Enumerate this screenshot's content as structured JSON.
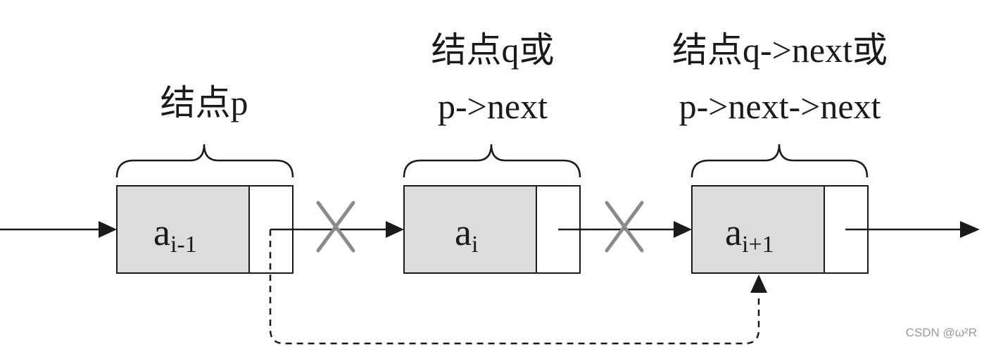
{
  "labels": {
    "node_p": [
      "结点p"
    ],
    "node_q": [
      "结点q或",
      "p->next"
    ],
    "node_next": [
      "结点q->next或",
      "p->next->next"
    ]
  },
  "nodes": [
    {
      "id": "prev",
      "base": "a",
      "sub": "i-1"
    },
    {
      "id": "cur",
      "base": "a",
      "sub": "i"
    },
    {
      "id": "next",
      "base": "a",
      "sub": "i+1"
    }
  ],
  "watermark": "CSDN @ω²R"
}
